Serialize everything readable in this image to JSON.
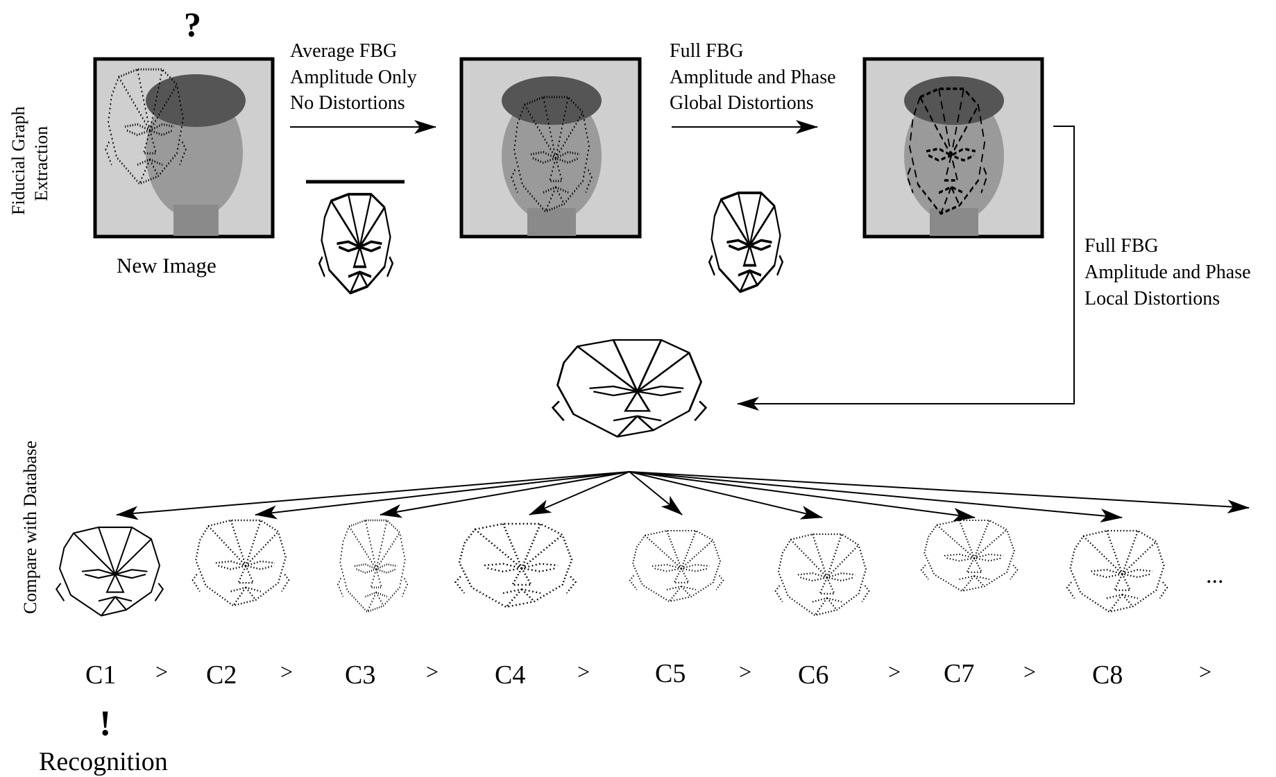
{
  "side_labels": {
    "top": [
      "Fiducial Graph",
      "Extraction"
    ],
    "bottom": "Compare with Database"
  },
  "question_mark": "?",
  "new_image_label": "New Image",
  "step1": [
    "Average FBG",
    "Amplitude Only",
    "No Distortions"
  ],
  "step2": [
    "Full FBG",
    "Amplitude and Phase",
    "Global Distortions"
  ],
  "step3": [
    "Full FBG",
    "Amplitude and Phase",
    "Local Distortions"
  ],
  "candidates": [
    "C1",
    "C2",
    "C3",
    "C4",
    "C5",
    "C6",
    "C7",
    "C8"
  ],
  "comparators": [
    ">",
    ">",
    ">",
    ">",
    ">",
    ">",
    ">",
    ">"
  ],
  "ellipsis": "...",
  "exclamation": "!",
  "recognition_label": "Recognition"
}
